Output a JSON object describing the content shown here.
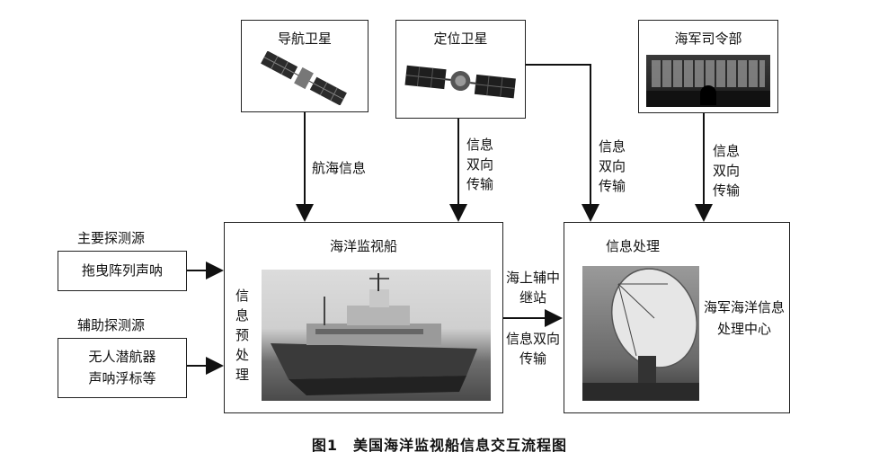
{
  "nodes": {
    "nav_satellite": "导航卫星",
    "pos_satellite": "定位卫星",
    "naval_command": "海军司令部",
    "ship": "海洋监视船",
    "pre_process": "信息预处理",
    "info_process": "信息处理",
    "center": "海军海洋信息处理中心",
    "main_source_title": "主要探测源",
    "main_source": "拖曳阵列声呐",
    "aux_source_title": "辅助探测源",
    "aux_source_line1": "无人潜航器",
    "aux_source_line2": "声呐浮标等"
  },
  "edges": {
    "nav_info": "航海信息",
    "bidir_1": "信息双向传输",
    "bidir_2": "信息双向传输",
    "bidir_3": "信息双向传输",
    "relay": "海上辅中继站",
    "relay_bidir": "信息双向传输"
  },
  "caption": "图1　美国海洋监视船信息交互流程图"
}
